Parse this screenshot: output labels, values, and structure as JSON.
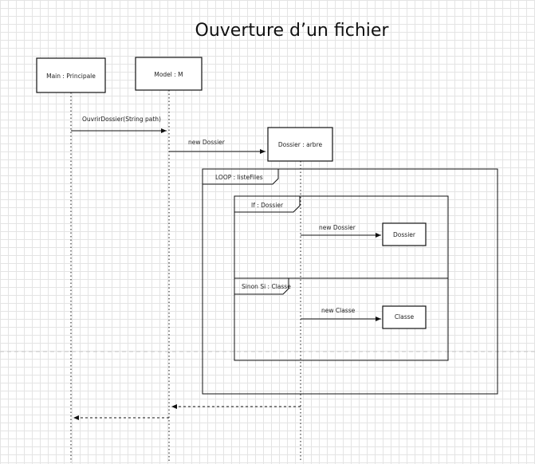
{
  "title": "Ouverture d’un fichier",
  "participants": {
    "main": "Main : Principale",
    "model": "Model : M",
    "dossier": "Dossier : arbre",
    "dossier_new": "Dossier",
    "classe_new": "Classe"
  },
  "messages": {
    "ouvrir": "OuvrirDossier(String path)",
    "new_dossier_1": "new Dossier",
    "new_dossier_2": "new Dossier",
    "new_classe": "new Classe"
  },
  "fragments": {
    "loop": "LOOP : listeFiles",
    "if": "If : Dossier",
    "else": "Sinon Si  : Classe"
  }
}
